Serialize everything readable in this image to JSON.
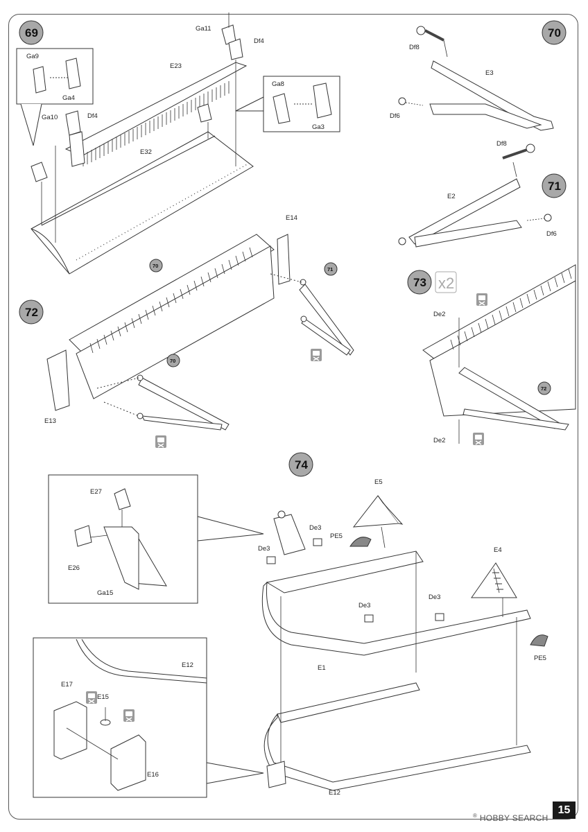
{
  "page": {
    "number": "15",
    "watermark_brand": "HOBBY SEARCH",
    "watermark_mark": "®"
  },
  "steps": {
    "s69": "69",
    "s70": "70",
    "s71": "71",
    "s72": "72",
    "s73": "73",
    "s73_mult": "x2",
    "s74": "74"
  },
  "refs": {
    "r70a": "70",
    "r71": "71",
    "r70b": "70",
    "r72": "72"
  },
  "labels": {
    "ga11": "Ga11",
    "df4a": "Df4",
    "e23": "E23",
    "ga9": "Ga9",
    "ga4": "Ga4",
    "ga8": "Ga8",
    "ga3": "Ga3",
    "ga10": "Ga10",
    "df4b": "Df4",
    "e32": "E32",
    "df8a": "Df8",
    "e3": "E3",
    "df6a": "Df6",
    "df8b": "Df8",
    "e2": "E2",
    "df6b": "Df6",
    "e14": "E14",
    "e13": "E13",
    "de2a": "De2",
    "de2b": "De2",
    "e27": "E27",
    "e26": "E26",
    "ga15": "Ga15",
    "e5": "E5",
    "pe5a": "PE5",
    "de3a": "De3",
    "de3b": "De3",
    "de3c": "De3",
    "de3d": "De3",
    "e4": "E4",
    "e1": "E1",
    "pe5b": "PE5",
    "e12a": "E12",
    "e17": "E17",
    "e15": "E15",
    "e16": "E16",
    "e12b": "E12"
  }
}
